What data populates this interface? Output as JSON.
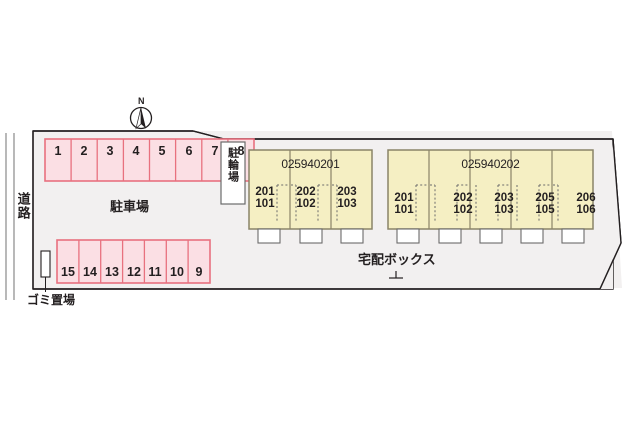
{
  "map": {
    "title": "apartment-site-plan",
    "colors": {
      "site_fill": "#f2f0f0",
      "site_stroke": "#231f20",
      "parking_fill": "#fbdfe4",
      "parking_stroke": "#e8717f",
      "building_fill": "#f5efc3",
      "building_stroke": "#8a8468",
      "road_stroke": "#7b7b7b",
      "text": "#231f20",
      "white": "#ffffff"
    },
    "labels": {
      "road": "道路",
      "parking_lot": "駐車場",
      "bicycle_parking": "駐輪場",
      "garbage_area": "ゴミ置場",
      "delivery_box": "宅配ボックス",
      "north": "N"
    },
    "parking_top": {
      "name": "upper-parking-row",
      "stalls": [
        "1",
        "2",
        "3",
        "4",
        "5",
        "6",
        "7",
        "8"
      ]
    },
    "parking_bottom": {
      "name": "lower-parking-row",
      "stalls": [
        "15",
        "14",
        "13",
        "12",
        "11",
        "10",
        "9"
      ]
    },
    "buildings": [
      {
        "code": "025940201",
        "name": "building-left",
        "units": [
          {
            "upper": "201",
            "lower": "101"
          },
          {
            "upper": "202",
            "lower": "102"
          },
          {
            "upper": "203",
            "lower": "103"
          }
        ]
      },
      {
        "code": "025940202",
        "name": "building-right",
        "units": [
          {
            "upper": "201",
            "lower": "101"
          },
          {
            "upper": "202",
            "lower": "102"
          },
          {
            "upper": "203",
            "lower": "103"
          },
          {
            "upper": "205",
            "lower": "105"
          },
          {
            "upper": "206",
            "lower": "106"
          }
        ]
      }
    ]
  }
}
